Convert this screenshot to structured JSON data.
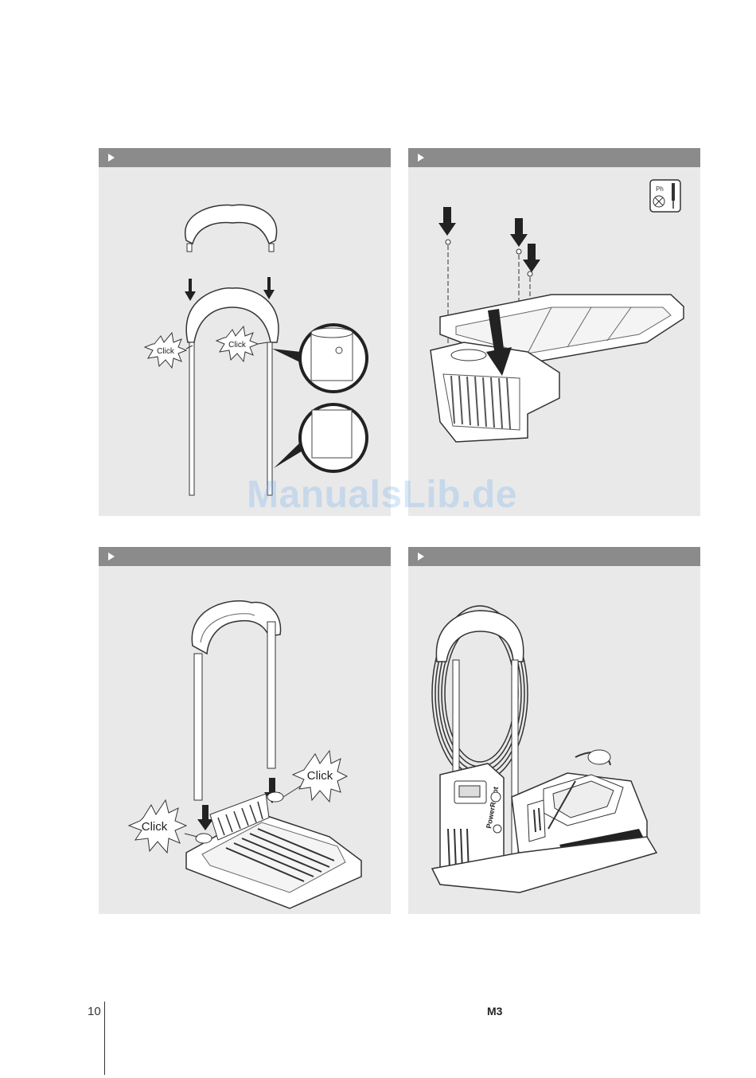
{
  "watermark": "ManualsLib.de",
  "footer": {
    "page_number": "10",
    "model": "M3"
  },
  "panels": [
    {
      "id": "step-1",
      "header_icon": "play-triangle-icon",
      "callouts": [
        "Click",
        "Click"
      ]
    },
    {
      "id": "step-2",
      "header_icon": "play-triangle-icon",
      "tool_icon": "phillips-screwdriver-icon",
      "tool_label": "Ph"
    },
    {
      "id": "step-3",
      "header_icon": "play-triangle-icon",
      "callouts": [
        "Click",
        "Click"
      ]
    },
    {
      "id": "step-4",
      "header_icon": "play-triangle-icon",
      "brand_text": "PowerRobot"
    }
  ]
}
